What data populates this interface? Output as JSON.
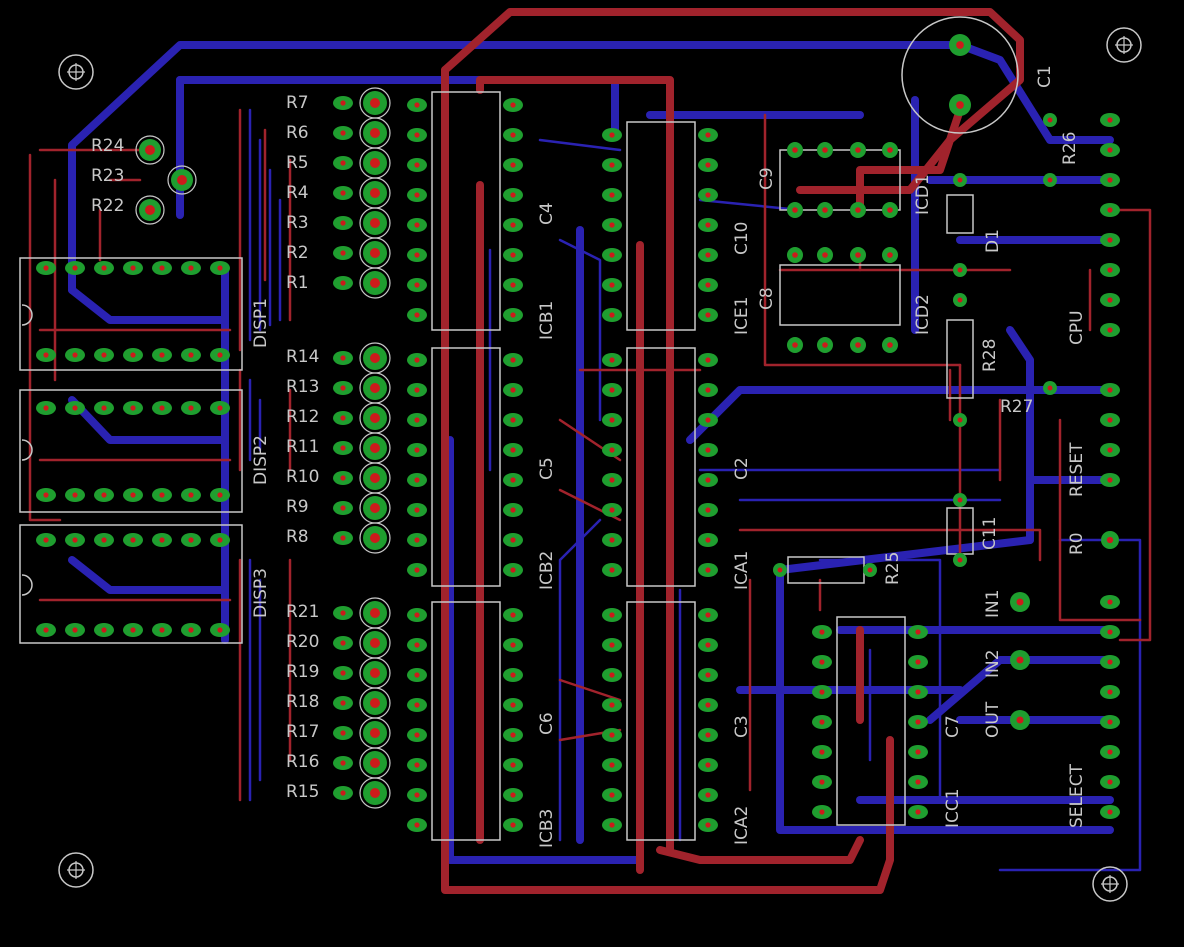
{
  "colors": {
    "background": "#000000",
    "top_trace": "#a1232c",
    "bottom_trace": "#2a22b2",
    "pad": "#1f9e2f",
    "drill": "#cc1b1b",
    "outline": "#c8c8c8",
    "label": "#c8c8c8"
  },
  "labels": {
    "displays": [
      "DISP1",
      "DISP2",
      "DISP3"
    ],
    "resistors_group1": [
      "R7",
      "R6",
      "R5",
      "R4",
      "R3",
      "R2",
      "R1"
    ],
    "resistors_group2": [
      "R14",
      "R13",
      "R12",
      "R11",
      "R10",
      "R9",
      "R8"
    ],
    "resistors_group3": [
      "R21",
      "R20",
      "R19",
      "R18",
      "R17",
      "R16",
      "R15"
    ],
    "resistors_left": [
      "R24",
      "R23",
      "R22"
    ],
    "ics": [
      "ICB1",
      "ICB2",
      "ICB3",
      "ICE1",
      "ICA1",
      "ICA2",
      "ICD1",
      "ICD2",
      "ICC1"
    ],
    "caps": [
      "C1",
      "C2",
      "C3",
      "C4",
      "C5",
      "C6",
      "C7",
      "C8",
      "C9",
      "C10",
      "C11"
    ],
    "misc": [
      "R25",
      "R26",
      "R27",
      "R28",
      "D1"
    ],
    "connectors": [
      "CPU",
      "RESET",
      "R0",
      "IN1",
      "IN2",
      "OUT",
      "SELECT"
    ]
  }
}
